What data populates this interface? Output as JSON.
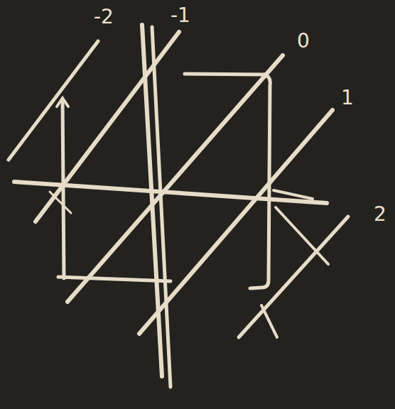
{
  "diagram": {
    "labels": [
      "-2",
      "-1",
      "0",
      "1",
      "2"
    ]
  }
}
